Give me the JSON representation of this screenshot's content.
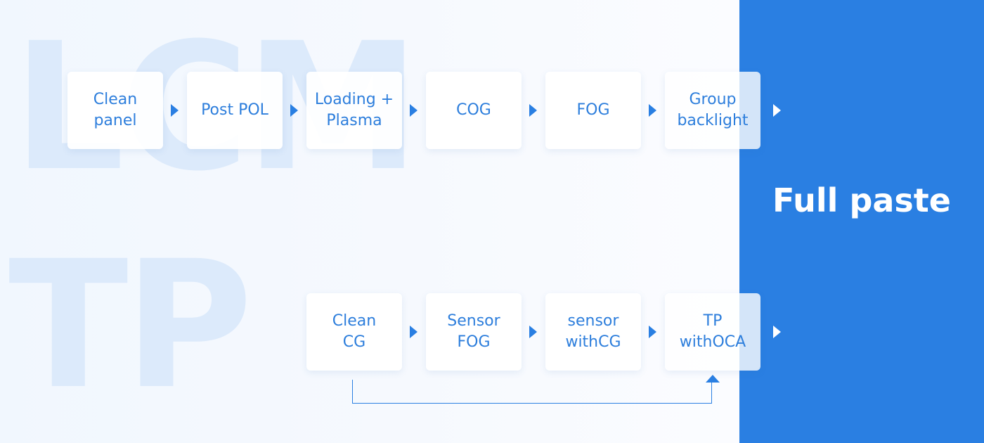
{
  "watermarks": {
    "top": "LCM",
    "bottom": "TP"
  },
  "full_paste": "Full paste",
  "lcm_steps": [
    "Clean\npanel",
    "Post POL",
    "Loading +\nPlasma",
    "COG",
    "FOG",
    "Group\nbacklight"
  ],
  "tp_steps": [
    "Clean\nCG",
    "Sensor\nFOG",
    "sensor\nwithCG",
    "TP\nwithOCA"
  ],
  "colors": {
    "accent": "#2a7fe2",
    "step_text": "#2d7edc",
    "watermark": "#dceafb",
    "background": "#f3f8fe"
  }
}
